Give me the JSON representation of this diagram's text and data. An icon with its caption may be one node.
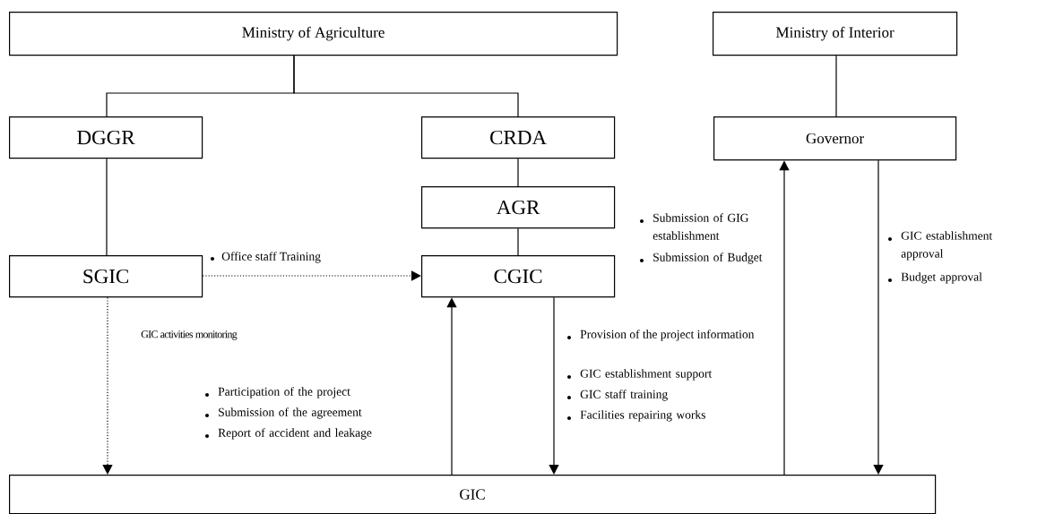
{
  "diagram": {
    "nodes": [
      {
        "text": [
          "Ministry of Agriculture"
        ]
      },
      {
        "text": [
          "Ministry of Interior"
        ]
      },
      {
        "text": [
          "DGGR"
        ]
      },
      {
        "text": [
          "CRDA"
        ]
      },
      {
        "text": [
          "Governor"
        ]
      },
      {
        "text": [
          "AGR"
        ]
      },
      {
        "text": [
          "SGIC"
        ]
      },
      {
        "text": [
          "CGIC"
        ]
      },
      {
        "text": [
          "GIC"
        ]
      }
    ],
    "edges": [
      {
        "from": 0,
        "to": 2,
        "arrow": "none"
      },
      {
        "from": 0,
        "to": 3,
        "arrow": "none"
      },
      {
        "from": 1,
        "to": 4,
        "arrow": "none"
      },
      {
        "from": 3,
        "to": 5,
        "arrow": "none"
      },
      {
        "from": 5,
        "to": 7,
        "arrow": "none"
      },
      {
        "from": 2,
        "to": 6,
        "arrow": "none"
      },
      {
        "from": 6,
        "to": 7,
        "arrow": "to",
        "style": "dashed",
        "label": "Office staff Training"
      },
      {
        "from": 6,
        "to": 8,
        "arrow": "to",
        "style": "dashed",
        "label": "GIC activities monitoring"
      },
      {
        "from": 8,
        "to": 7,
        "arrow": "to"
      },
      {
        "from": 7,
        "to": 8,
        "arrow": "to"
      },
      {
        "from": 8,
        "to": 4,
        "arrow": "to"
      },
      {
        "from": 4,
        "to": 8,
        "arrow": "to"
      }
    ],
    "labels": [
      "Submission of GIG establishment",
      "Submission of Budget",
      "GIC establishment approval",
      "Budget approval",
      "Provision of the project information",
      "GIC establishment support",
      "GIC staff training",
      "Facilities repairing works",
      "Participation of the project",
      "Submission of the agreement",
      "Report of accident and leakage"
    ]
  }
}
